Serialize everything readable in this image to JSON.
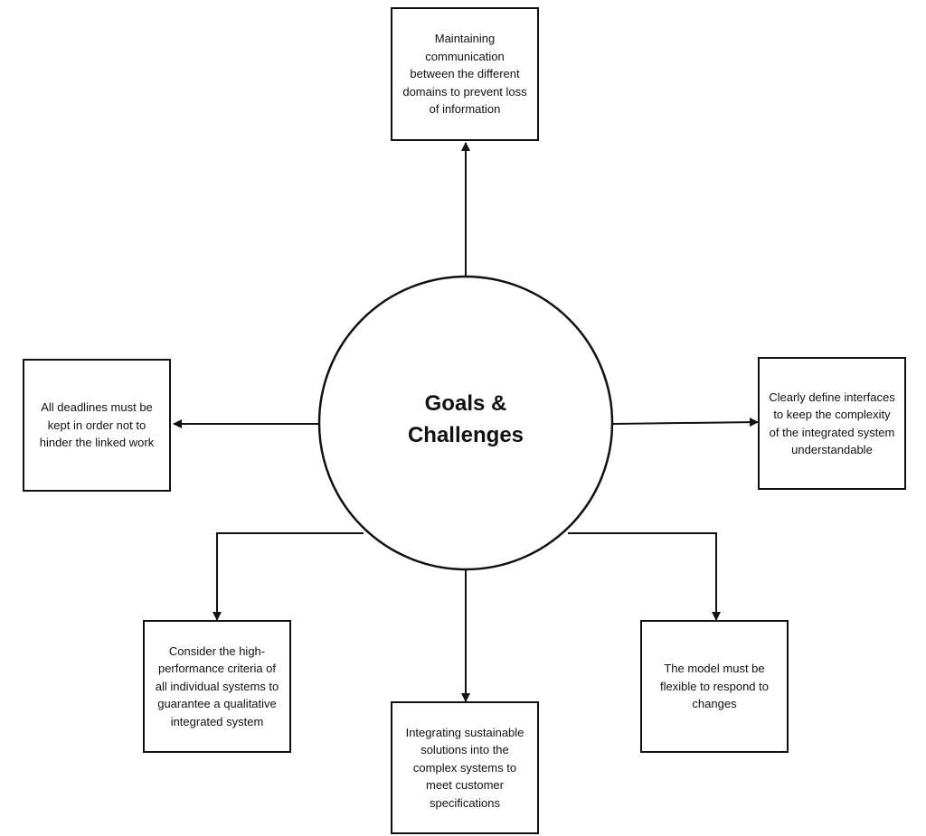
{
  "center": {
    "line1": "Goals &",
    "line2": "Challenges"
  },
  "boxes": {
    "top": "Maintaining communication between the different domains to prevent loss of information",
    "left": "All deadlines must be kept in order not to hinder the linked work",
    "right": "Clearly define interfaces to keep the complexity of the integrated system understandable",
    "bottom_left": "Consider the high-performance criteria of all individual systems to guarantee a qualitative integrated system",
    "bottom_center": "Integrating sustainable solutions into the complex systems to meet customer specifications",
    "bottom_right": "The model must be flexible to respond to changes"
  }
}
